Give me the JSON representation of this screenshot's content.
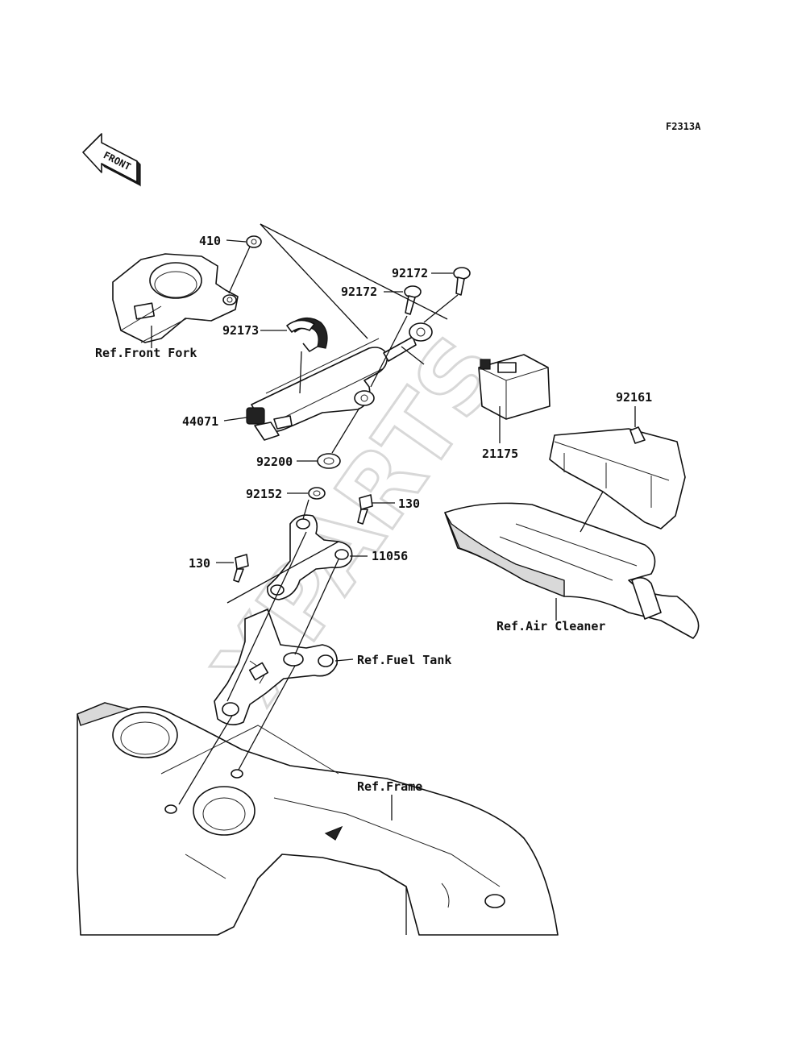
{
  "diagram_code": "F2313A",
  "front_arrow_text": "FRONT",
  "watermark": "XPARTS",
  "labels": {
    "p410": "410",
    "p92172a": "92172",
    "p92172b": "92172",
    "p92173": "92173",
    "ref_front_fork": "Ref.Front Fork",
    "p44071": "44071",
    "p92200": "92200",
    "p92152": "92152",
    "p130a": "130",
    "p130b": "130",
    "p11056": "11056",
    "ref_fuel_tank": "Ref.Fuel Tank",
    "p21175": "21175",
    "p92161": "92161",
    "ref_air_cleaner": "Ref.Air Cleaner",
    "ref_frame": "Ref.Frame"
  }
}
